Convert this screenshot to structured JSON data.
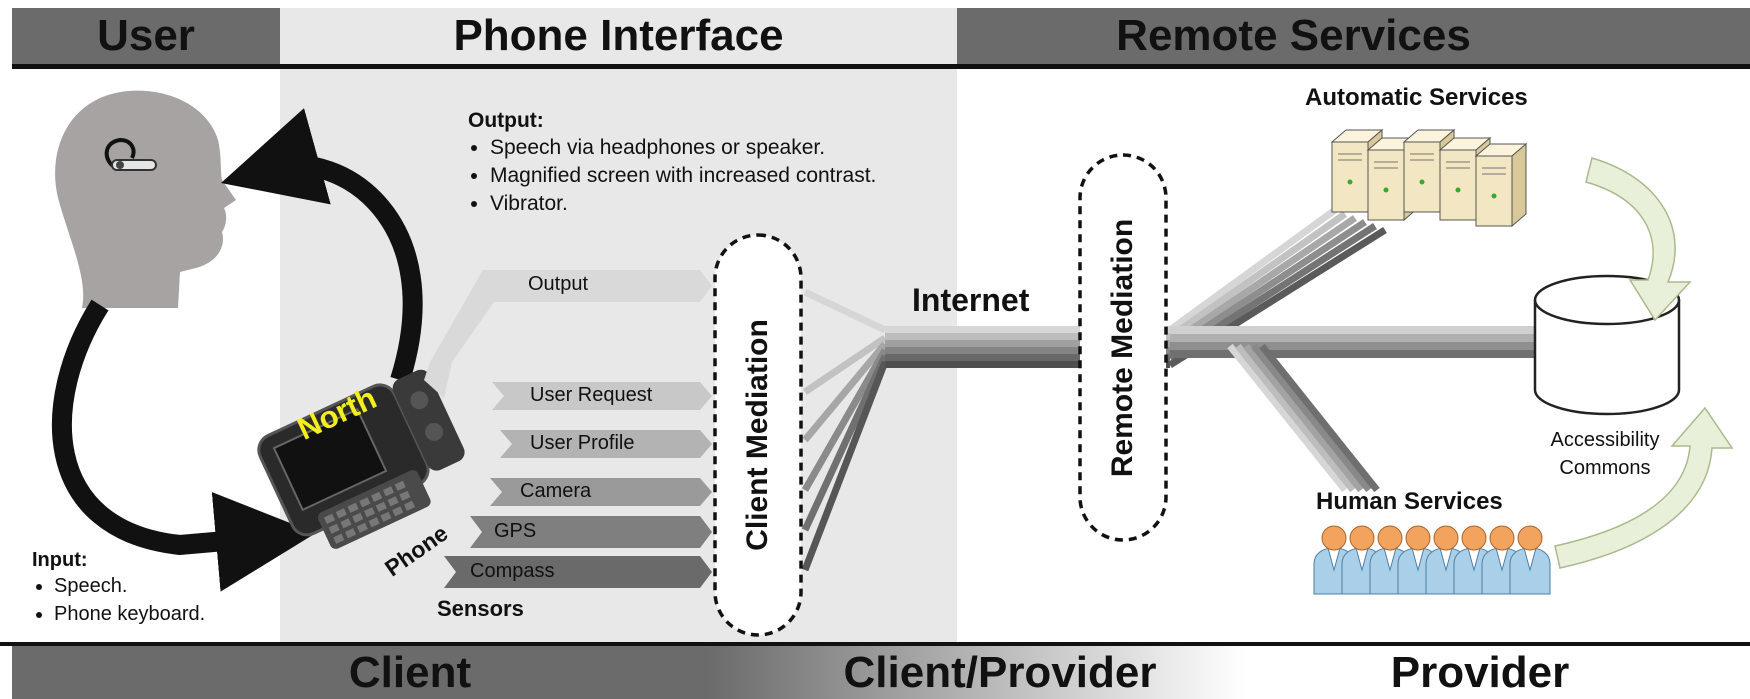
{
  "header": {
    "user": "User",
    "phone_interface": "Phone Interface",
    "remote_services": "Remote Services"
  },
  "footer": {
    "client": "Client",
    "client_provider": "Client/Provider",
    "provider": "Provider"
  },
  "output_box": {
    "title": "Output:",
    "items": [
      "Speech via headphones or speaker.",
      "Magnified screen with increased contrast.",
      "Vibrator."
    ]
  },
  "input_box": {
    "title": "Input:",
    "items": [
      "Speech.",
      "Phone keyboard."
    ]
  },
  "phone": {
    "screen_text": "North",
    "label": "Phone"
  },
  "channels": {
    "output": "Output",
    "user_request": "User Request",
    "user_profile": "User Profile",
    "camera": "Camera",
    "gps": "GPS",
    "compass": "Compass",
    "sensors": "Sensors"
  },
  "mediation": {
    "client": "Client Mediation",
    "remote": "Remote Mediation"
  },
  "internet": "Internet",
  "services": {
    "automatic": "Automatic Services",
    "human": "Human Services",
    "commons_line1": "Accessibility",
    "commons_line2": "Commons"
  },
  "colors": {
    "header_dark": "#6b6b6b",
    "header_light": "#e8e8e8",
    "panel": "#e8e8e8",
    "head_silhouette": "#a8a3a3",
    "phone_screen": "#1a1a1a",
    "phone_text": "#f4ee1e",
    "server": "#f3e6c2",
    "person_body": "#a9cfe9",
    "person_head": "#f2a45e",
    "commons_arrow": "#e8f0da"
  },
  "icons": [
    "head-silhouette-icon",
    "headset-icon",
    "phone-icon",
    "server-icon",
    "person-icon",
    "database-icon",
    "curved-arrow-icon"
  ]
}
